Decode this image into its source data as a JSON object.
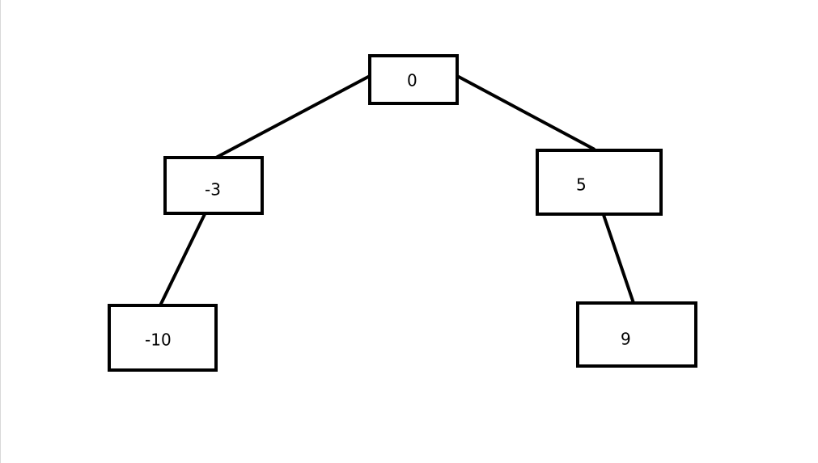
{
  "tree": {
    "nodes": [
      {
        "id": "root",
        "label": "0"
      },
      {
        "id": "left",
        "label": "-3"
      },
      {
        "id": "right",
        "label": "5"
      },
      {
        "id": "left-left",
        "label": "-10"
      },
      {
        "id": "right-right",
        "label": "9"
      }
    ],
    "edges": [
      {
        "from": "root",
        "to": "left"
      },
      {
        "from": "root",
        "to": "right"
      },
      {
        "from": "left",
        "to": "left-left"
      },
      {
        "from": "right",
        "to": "right-right"
      }
    ]
  },
  "colors": {
    "background": "#ffffff",
    "stroke": "#000000",
    "text": "#000000"
  }
}
